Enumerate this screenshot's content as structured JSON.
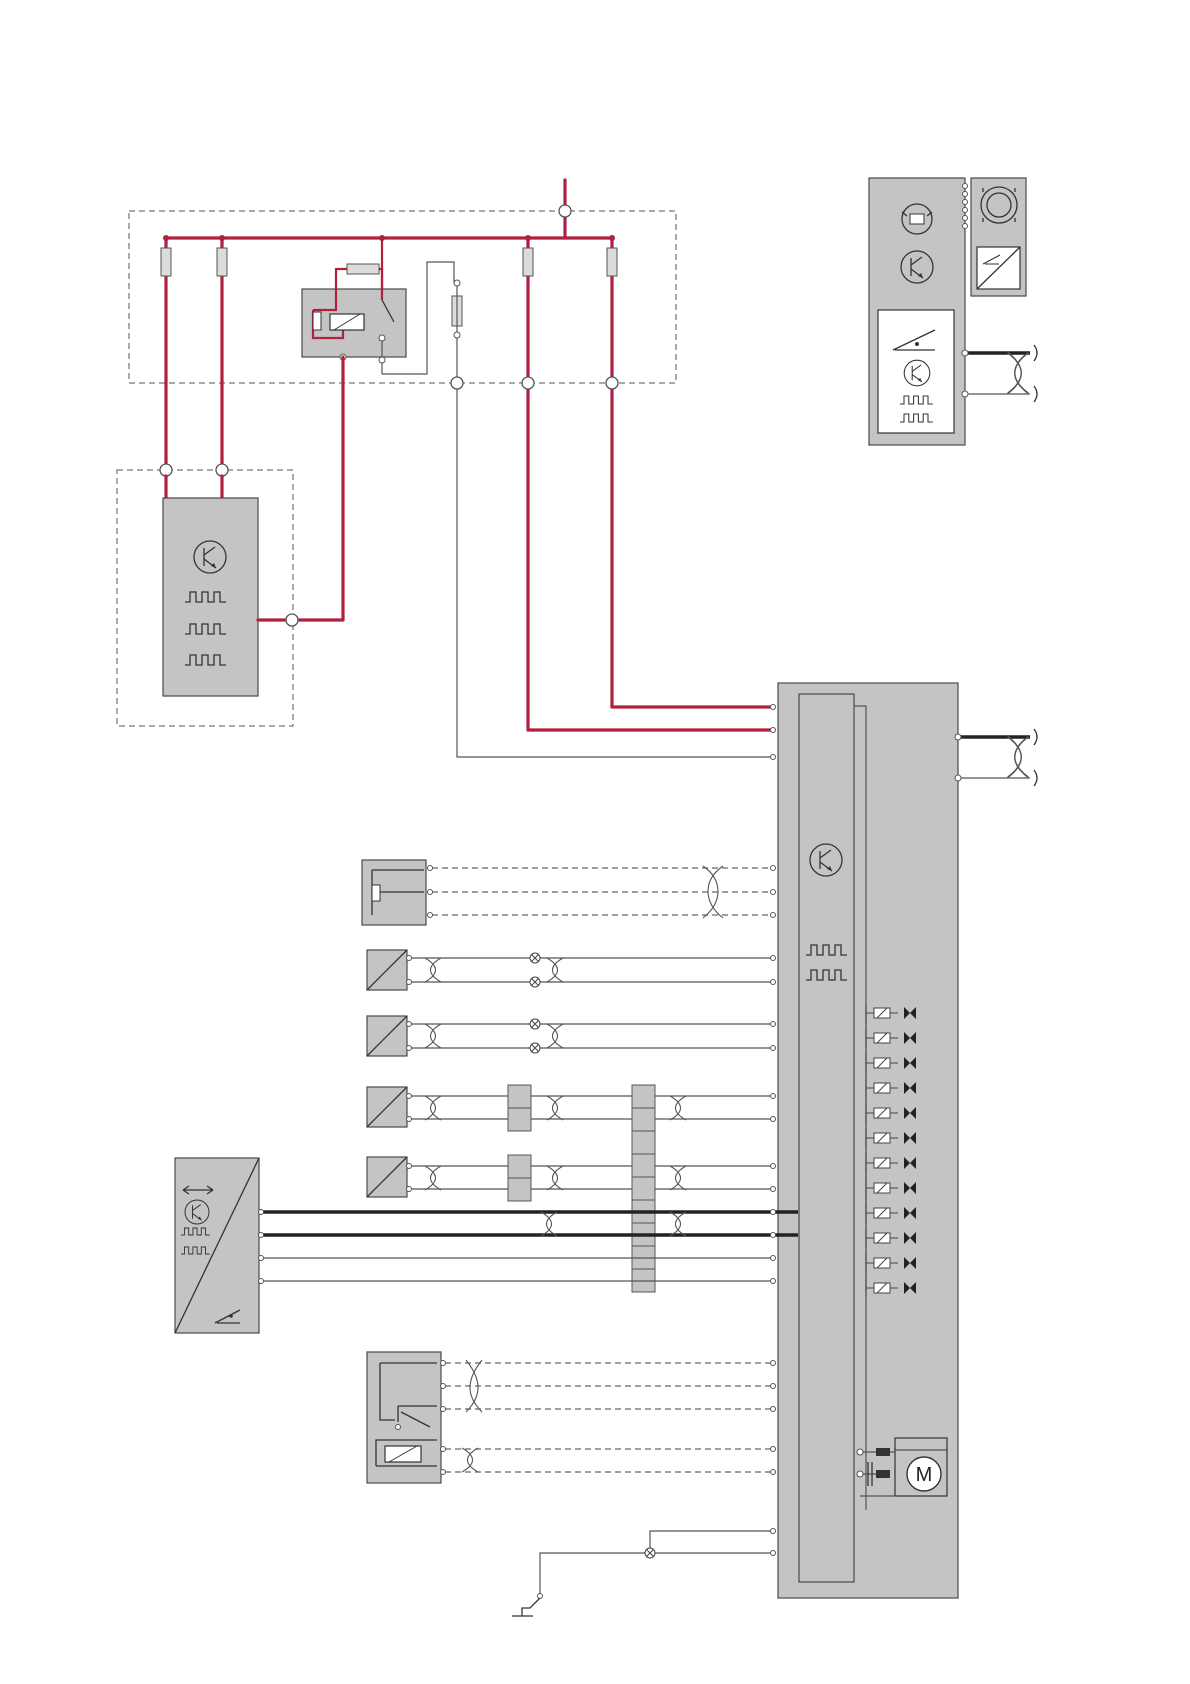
{
  "diagram": {
    "colors": {
      "power_wire": "#b0203f",
      "module_fill": "#c4c4c4",
      "signal_wire": "#555555",
      "bus_wire": "#222222"
    },
    "components": [
      "power-distribution-box",
      "relay",
      "control-module-left",
      "instrument-module",
      "main-control-module",
      "potentiometer-sensor",
      "converter-sensor-1",
      "converter-sensor-2",
      "converter-sensor-3",
      "converter-sensor-4",
      "angle-sensor-module",
      "switch-relay-unit",
      "motor",
      "ground"
    ],
    "icons": [
      "transistor-icon",
      "square-wave-icon",
      "fuse-icon",
      "relay-coil-icon",
      "switch-icon",
      "motor-icon",
      "ground-icon",
      "twisted-pair-icon",
      "potentiometer-icon",
      "angle-icon",
      "lamp-icon",
      "solenoid-valve-icon"
    ],
    "motor_label": "M"
  }
}
